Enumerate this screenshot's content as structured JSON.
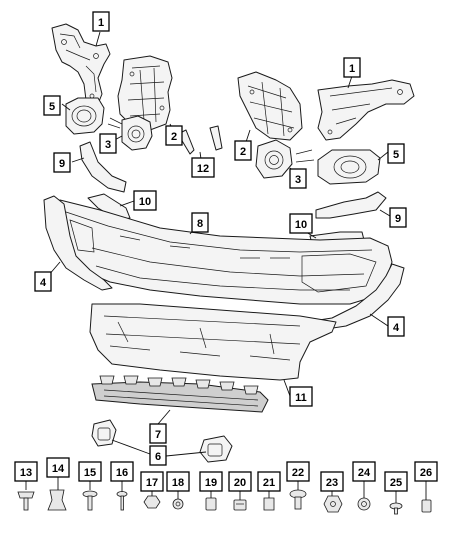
{
  "callouts": {
    "c1a": "1",
    "c1b": "1",
    "c2a": "2",
    "c2b": "2",
    "c3a": "3",
    "c3b": "3",
    "c4a": "4",
    "c4b": "4",
    "c5a": "5",
    "c5b": "5",
    "c6": "6",
    "c7": "7",
    "c8": "8",
    "c9a": "9",
    "c9b": "9",
    "c10a": "10",
    "c10b": "10",
    "c11": "11",
    "c12": "12",
    "c13": "13",
    "c14": "14",
    "c15": "15",
    "c16": "16",
    "c17": "17",
    "c18": "18",
    "c19": "19",
    "c20": "20",
    "c21": "21",
    "c22": "22",
    "c23": "23",
    "c24": "24",
    "c25": "25",
    "c26": "26"
  }
}
